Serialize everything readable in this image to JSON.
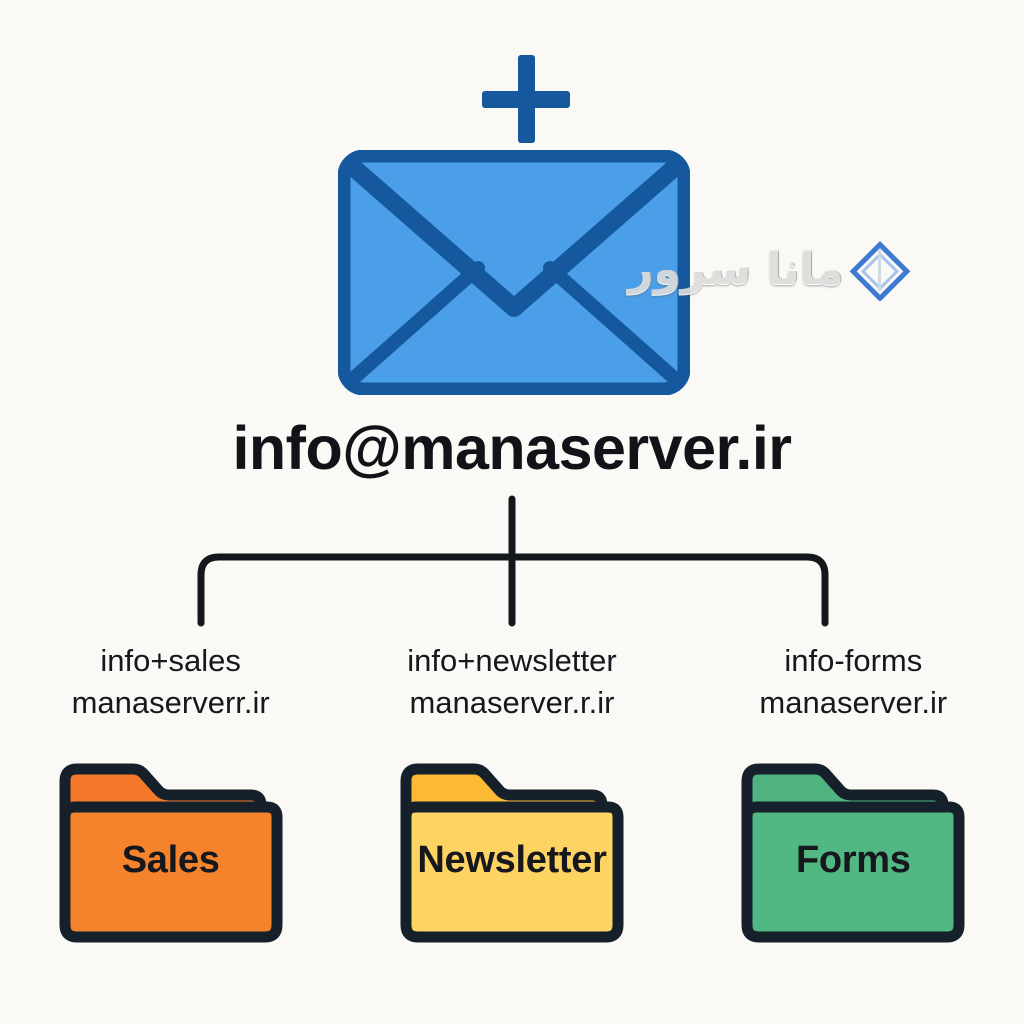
{
  "background_color": "#faf9f5",
  "diagram": {
    "title": "Email alias routing diagram",
    "root": {
      "icon": "envelope-with-plus-icon",
      "address": "info@manaserver.ir",
      "envelope_fill": "#4a9fe8",
      "envelope_stroke": "#15589e",
      "plus_color": "#15589e"
    },
    "connector": {
      "color": "#14181c",
      "stroke_width": 7
    },
    "branches": [
      {
        "alias_line1": "info+sales",
        "alias_line2": "manaserverr.ir",
        "folder_label": "Sales",
        "folder_body_color": "#f5832c",
        "folder_tab_color": "#f5782a",
        "folder_outline_color": "#15202b"
      },
      {
        "alias_line1": "info+newsletter",
        "alias_line2": "manaserver.r.ir",
        "folder_label": "Newsletter",
        "folder_body_color": "#fdd462",
        "folder_tab_color": "#fbb934",
        "folder_outline_color": "#15202b"
      },
      {
        "alias_line1": "info-forms",
        "alias_line2": "manaserver.ir",
        "folder_label": "Forms",
        "folder_body_color": "#52b883",
        "folder_tab_color": "#4fb37f",
        "folder_outline_color": "#15202b"
      }
    ]
  },
  "watermark": {
    "text": "مانا سرور",
    "mark": "diamond-logo-icon",
    "mark_color": "#2f6fd0"
  }
}
